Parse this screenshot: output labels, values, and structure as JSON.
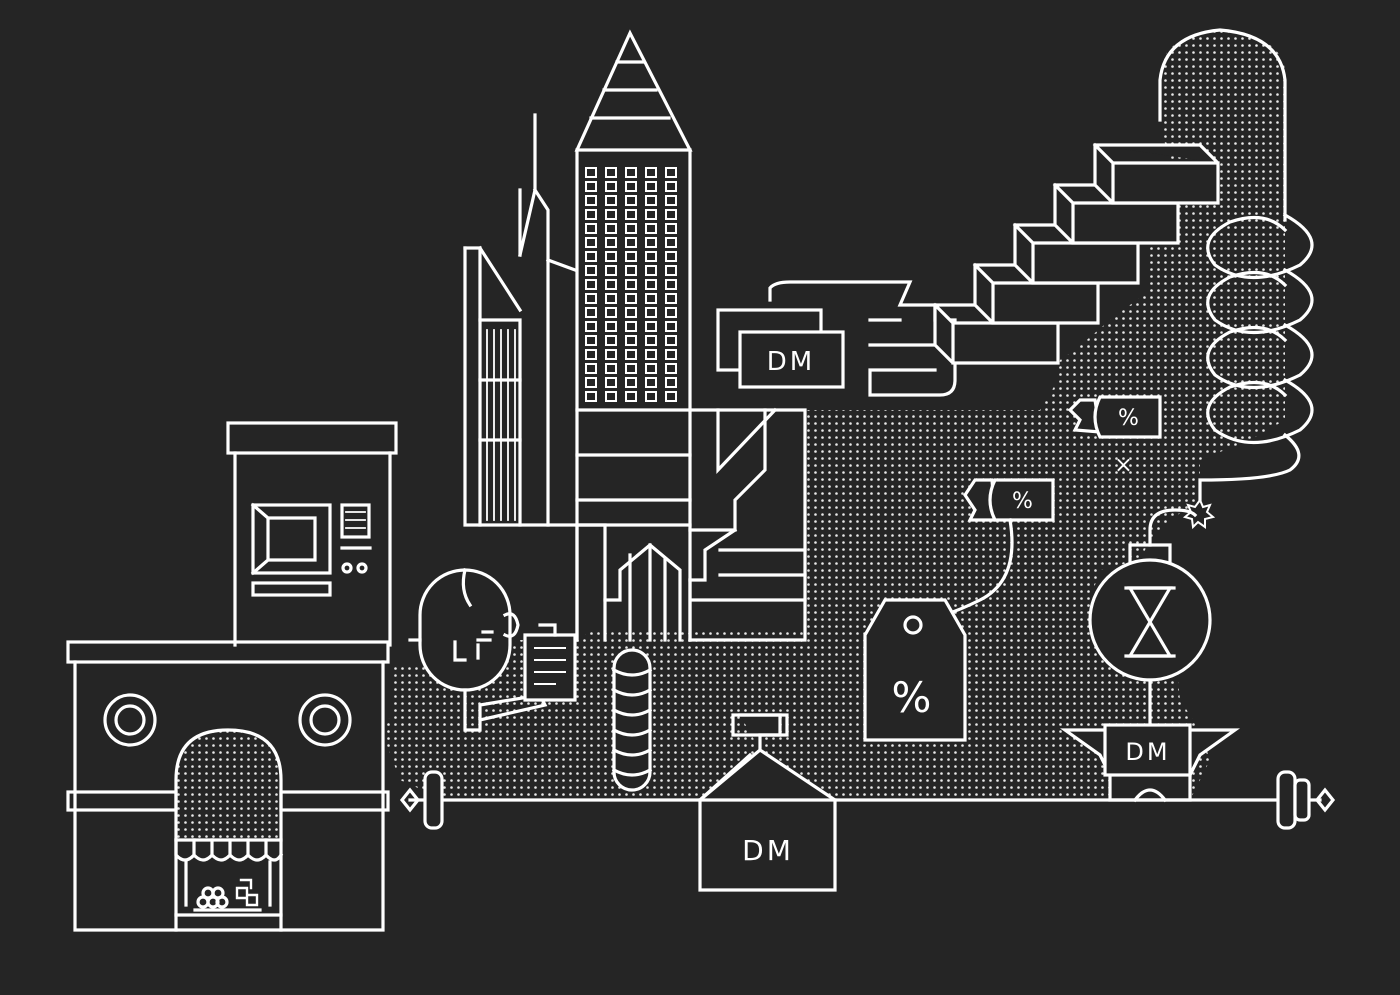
{
  "illustration": {
    "background": "#252525",
    "line_color": "#ffffff",
    "banknote_label": "DM",
    "bottle_label": "DM",
    "anvil_label": "DM",
    "tag_large_symbol": "%",
    "tag_small_1_symbol": "%",
    "tag_small_2_symbol": "%",
    "multiply_symbol": "×"
  }
}
